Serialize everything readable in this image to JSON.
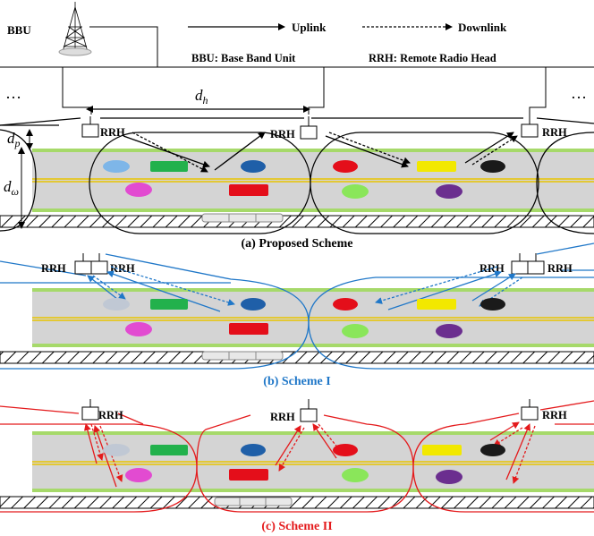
{
  "header": {
    "bbu_label": "BBU",
    "uplink_label": "Uplink",
    "downlink_label": "Downlink",
    "bbu_def": "BBU: Base Band Unit",
    "rrh_def": "RRH: Remote Radio Head",
    "ellipsis": "…"
  },
  "labels": {
    "rrh": "RRH",
    "dh": "d",
    "dh_sub": "h",
    "dp": "d",
    "dp_sub": "p",
    "dw": "d",
    "dw_sub": "ω"
  },
  "captions": {
    "a": "(a) Proposed Scheme",
    "b": "(b) Scheme I",
    "c": "(c) Scheme II"
  },
  "colors": {
    "scheme_i": "#1f77c8",
    "scheme_ii": "#e41a1c",
    "road": "#d4d4d4",
    "grass": "#a6d96a",
    "lane_yellow": "#e8c400"
  }
}
